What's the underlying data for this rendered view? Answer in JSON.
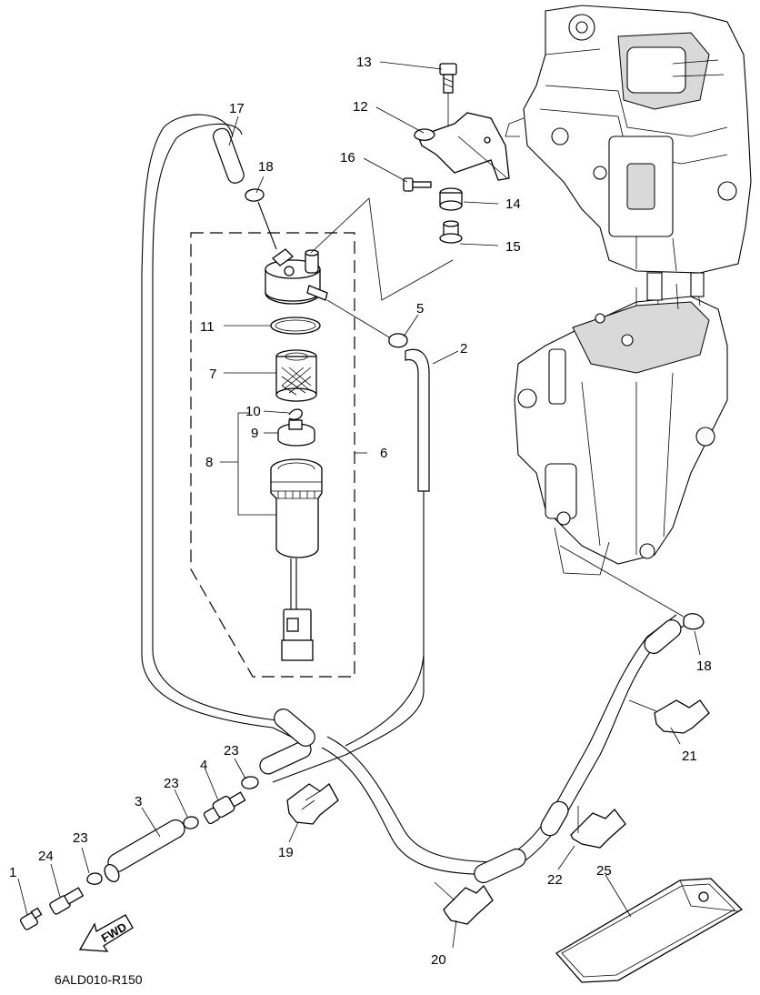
{
  "diagram": {
    "code": "6ALD010-R150",
    "fwd_label": "FWD",
    "callouts": [
      "1",
      "2",
      "3",
      "4",
      "5",
      "6",
      "7",
      "8",
      "9",
      "10",
      "11",
      "12",
      "13",
      "14",
      "15",
      "16",
      "17",
      "18",
      "18",
      "19",
      "20",
      "21",
      "22",
      "23",
      "23",
      "23",
      "24",
      "25"
    ]
  }
}
